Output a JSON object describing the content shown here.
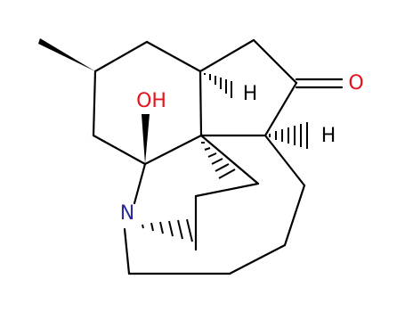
{
  "molecule": {
    "atoms": {
      "oh": {
        "text": "OH",
        "color": "#e8101a"
      },
      "oxygen": {
        "text": "O",
        "color": "#e8101a"
      },
      "nitrogen": {
        "text": "N",
        "color": "#2b2b9e"
      },
      "h1": {
        "text": "H",
        "color": "#000000"
      },
      "h2": {
        "text": "H",
        "color": "#000000"
      }
    },
    "colors": {
      "bond": "#000000",
      "oxygen": "#e8101a",
      "nitrogen": "#2b2b9e"
    }
  }
}
